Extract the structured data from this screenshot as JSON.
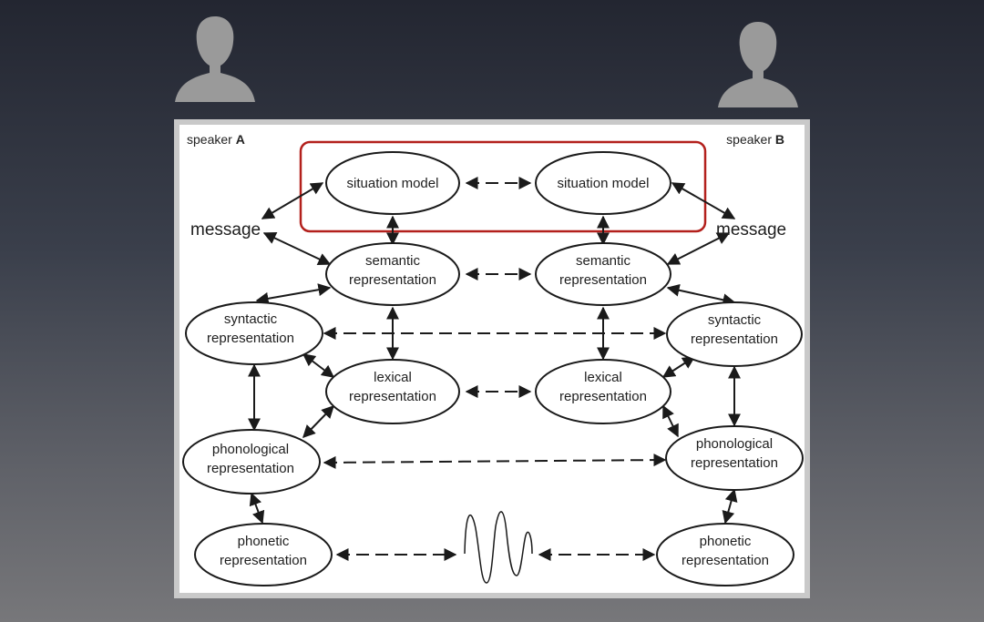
{
  "speakers": {
    "a": {
      "prefix": "speaker ",
      "letter": "A"
    },
    "b": {
      "prefix": "speaker ",
      "letter": "B"
    }
  },
  "nodes": {
    "situation_model_a": [
      "situation model"
    ],
    "situation_model_b": [
      "situation model"
    ],
    "semantic_a": [
      "semantic",
      "representation"
    ],
    "semantic_b": [
      "semantic",
      "representation"
    ],
    "syntactic_a": [
      "syntactic",
      "representation"
    ],
    "syntactic_b": [
      "syntactic",
      "representation"
    ],
    "lexical_a": [
      "lexical",
      "representation"
    ],
    "lexical_b": [
      "lexical",
      "representation"
    ],
    "phonological_a": [
      "phonological",
      "representation"
    ],
    "phonological_b": [
      "phonological",
      "representation"
    ],
    "phonetic_a": [
      "phonetic",
      "representation"
    ],
    "phonetic_b": [
      "phonetic",
      "representation"
    ]
  },
  "message_a": "message",
  "message_b": "message",
  "colors": {
    "highlight_box": "#b3201c",
    "avatar": "#9a9a9a",
    "panel_border": "#c9c9c9"
  },
  "icons": [
    "person-silhouette-icon",
    "person-silhouette-icon",
    "sound-wave-icon"
  ]
}
